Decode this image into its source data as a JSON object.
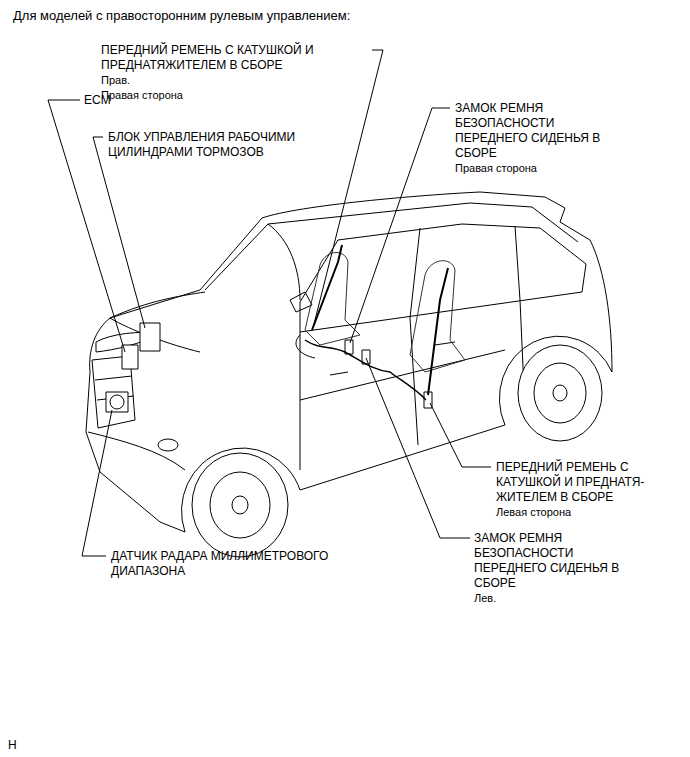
{
  "diagram": {
    "title": "Для моделей с правосторонним рулевым управлением:",
    "labels": [
      "ПЕРЕДНИЙ РЕМЕНЬ С КАТУШКОЙ И ПРЕДНАТЯЖИТЕЛЕМ В СБОРЕ Прав. Правая сторона",
      "ECM",
      "БЛОК УПРАВЛЕНИЯ РАБОЧИМИ ЦИЛИНДРАМИ ТОРМОЗОВ",
      "ЗАМОК РЕМНЯ БЕЗОПАСНОСТИ ПЕРЕДНЕГО СИДЕНЬЯ В СБОРЕ Правая сторона",
      "ПЕРЕДНИЙ РЕМЕНЬ С КАТУШКОЙ И ПРЕДНАТЯ- ЖИТЕЛЕМ В СБОРЕ Левая сторона",
      "ЗАМОК РЕМНЯ БЕЗОПАСНОСТИ ПЕРЕДНЕГО СИДЕНЬЯ В СБОРЕ Лев.",
      "ДАТЧИК РАДАРА МИЛЛИМЕТРОВОГО ДИАПАЗОНА",
      "H"
    ]
  }
}
